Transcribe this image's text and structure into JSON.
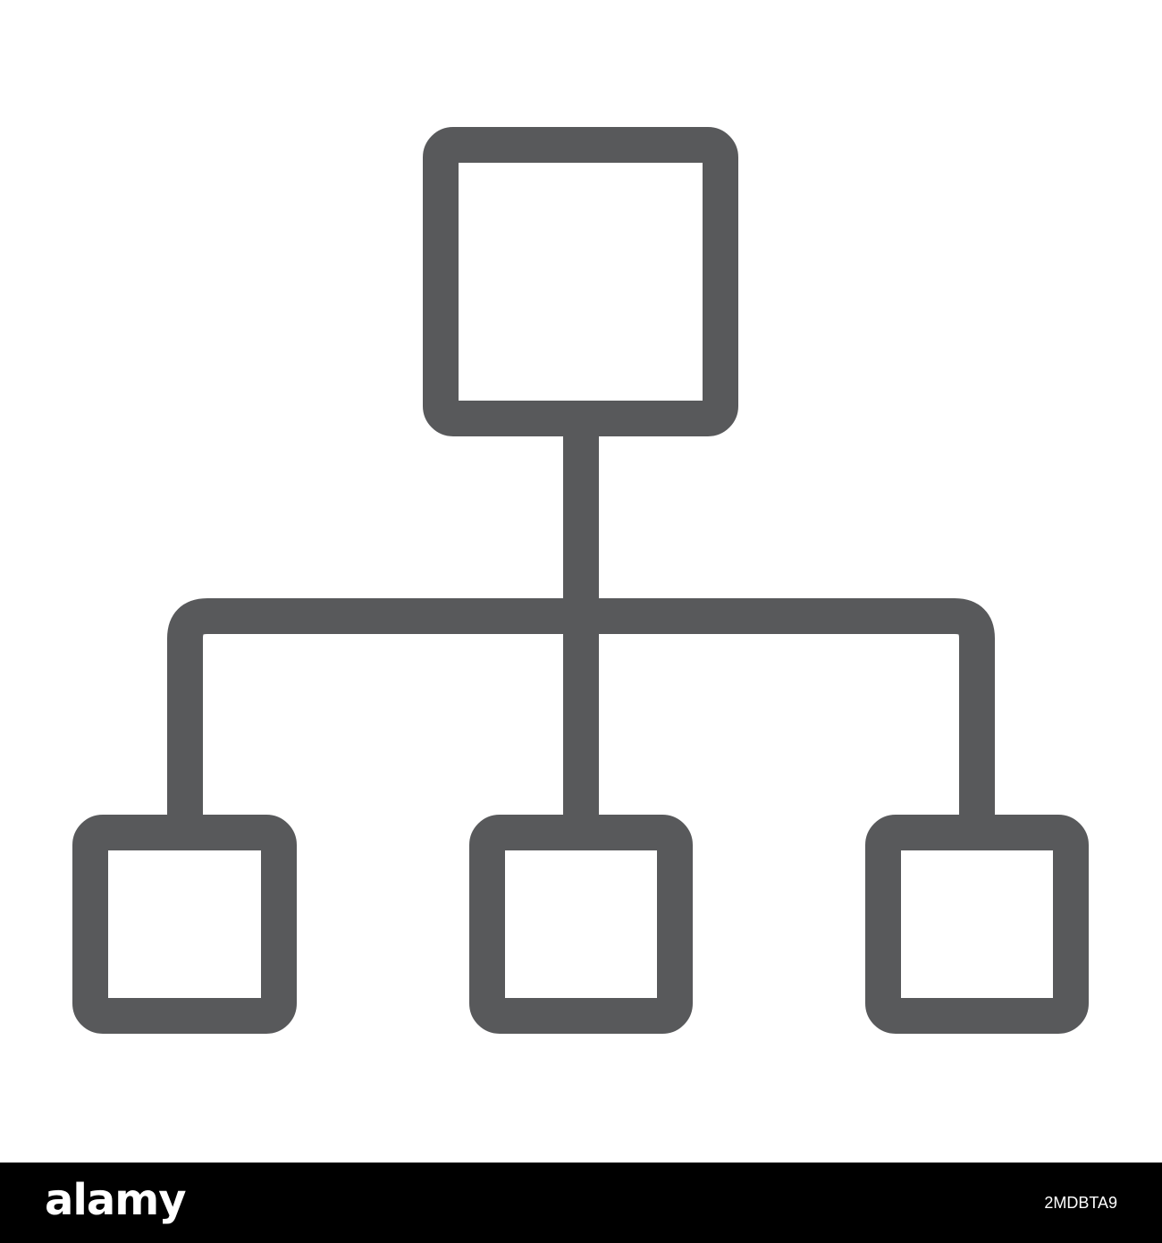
{
  "colors": {
    "icon_stroke": "#58595b",
    "background": "#ffffff",
    "footer_background": "#000000",
    "footer_text": "#ffffff",
    "watermark": "#e9e9e9"
  },
  "icon": {
    "name": "hierarchy-structure-icon",
    "nodes": [
      "root",
      "child-left",
      "child-center",
      "child-right"
    ]
  },
  "footer": {
    "brand_logo": "alamy",
    "image_id": "2MDBTA9"
  }
}
